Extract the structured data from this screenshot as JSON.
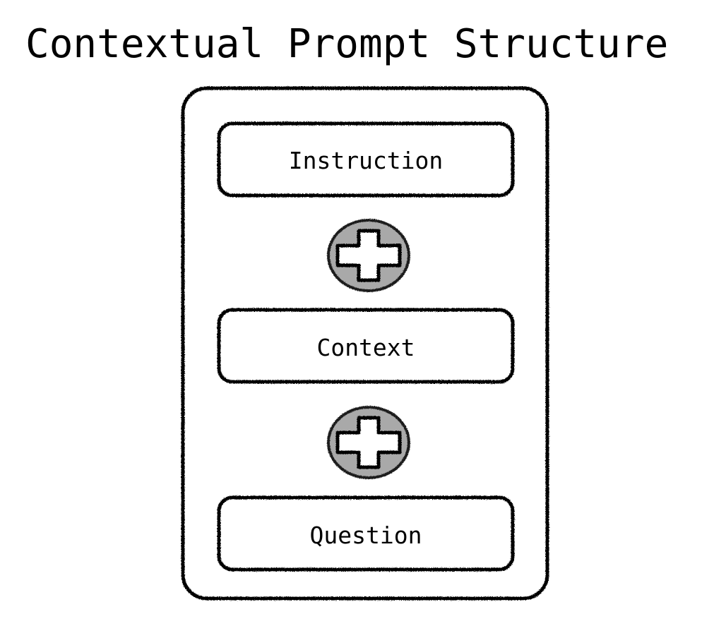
{
  "page": {
    "title": "Contextual Prompt Structure",
    "background_color": "#ffffff",
    "stroke_color": "#000000",
    "plus_circle_fill": "#a9a9a9",
    "plus_glyph_fill": "#ffffff"
  },
  "diagram": {
    "type": "stacked-composition",
    "container": {
      "name": "prompt-container",
      "style": "hand-drawn rounded rectangle"
    },
    "blocks": [
      {
        "id": "instruction",
        "label": "Instruction"
      },
      {
        "id": "context",
        "label": "Context"
      },
      {
        "id": "question",
        "label": "Question"
      }
    ],
    "operators": [
      {
        "id": "plus-1",
        "icon": "plus-icon",
        "symbol": "+",
        "between": [
          "instruction",
          "context"
        ]
      },
      {
        "id": "plus-2",
        "icon": "plus-icon",
        "symbol": "+",
        "between": [
          "context",
          "question"
        ]
      }
    ]
  }
}
